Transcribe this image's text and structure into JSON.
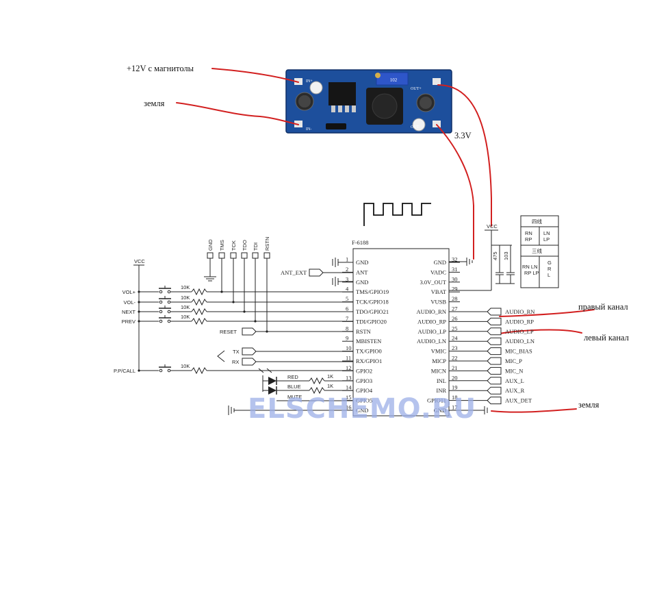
{
  "annotations": {
    "input_12v": "+12V с магнитолы",
    "ground_top": "земля",
    "out_33v": "3.3V",
    "right_channel": "правый канал",
    "left_channel": "левый канал",
    "ground_bottom": "земля"
  },
  "module_board": {
    "pot_label": "102",
    "pad_in_plus": "IN+",
    "pad_in_minus": "IN-",
    "pad_out_plus": "OUT+",
    "pad_out_minus": "OUT-"
  },
  "chip": {
    "name": "F-6188",
    "left_pins": [
      {
        "num": "1",
        "name": "GND"
      },
      {
        "num": "2",
        "name": "ANT"
      },
      {
        "num": "3",
        "name": "GND"
      },
      {
        "num": "4",
        "name": "TMS/GPIO19"
      },
      {
        "num": "5",
        "name": "TCK/GPIO18"
      },
      {
        "num": "6",
        "name": "TDO/GPIO21"
      },
      {
        "num": "7",
        "name": "TDI/GPIO20"
      },
      {
        "num": "8",
        "name": "RSTN"
      },
      {
        "num": "9",
        "name": "MBISTEN"
      },
      {
        "num": "10",
        "name": "TX/GPIO0"
      },
      {
        "num": "11",
        "name": "RX/GPIO1"
      },
      {
        "num": "12",
        "name": "GPIO2"
      },
      {
        "num": "13",
        "name": "GPIO3"
      },
      {
        "num": "14",
        "name": "GPIO4"
      },
      {
        "num": "15",
        "name": "GPIO5"
      },
      {
        "num": "16",
        "name": "GND"
      }
    ],
    "right_pins": [
      {
        "num": "32",
        "name": "GND"
      },
      {
        "num": "31",
        "name": "VADC"
      },
      {
        "num": "30",
        "name": "3.0V_OUT"
      },
      {
        "num": "29",
        "name": "VBAT"
      },
      {
        "num": "28",
        "name": "VUSB"
      },
      {
        "num": "27",
        "name": "AUDIO_RN"
      },
      {
        "num": "26",
        "name": "AUDIO_RP"
      },
      {
        "num": "25",
        "name": "AUDIO_LP"
      },
      {
        "num": "24",
        "name": "AUDIO_LN"
      },
      {
        "num": "23",
        "name": "VMIC"
      },
      {
        "num": "22",
        "name": "MICP"
      },
      {
        "num": "21",
        "name": "MICN"
      },
      {
        "num": "20",
        "name": "INL"
      },
      {
        "num": "19",
        "name": "INR"
      },
      {
        "num": "18",
        "name": "GPIO11"
      },
      {
        "num": "17",
        "name": "GND"
      }
    ]
  },
  "right_nets": [
    "AUDIO_RN",
    "AUDIO_RP",
    "AUDIO_LP",
    "AUDIO_LN",
    "MIC_BIAS",
    "MIC_P",
    "MIC_N",
    "AUX_L",
    "AUX_R",
    "AUX_DET"
  ],
  "header_pins": [
    "GND",
    "TMS",
    "TCK",
    "TDO",
    "TDI",
    "RSTN"
  ],
  "vcc_left": "VCC",
  "vcc_right": "VCC",
  "cap_labels": [
    "475",
    "103"
  ],
  "buttons": [
    {
      "label": "VOL+",
      "res": "10K"
    },
    {
      "label": "VOL-",
      "res": "10K"
    },
    {
      "label": "NEXT",
      "res": "10K"
    },
    {
      "label": "PREV",
      "res": "10K"
    },
    {
      "label": "P.P/CALL",
      "res": "10K"
    }
  ],
  "ant_label": "ANT_EXT",
  "reset_label": "RESET",
  "tx_label": "TX",
  "rx_label": "RX",
  "leds": [
    {
      "label": "RED",
      "res": "1K"
    },
    {
      "label": "BLUE",
      "res": "1K"
    },
    {
      "label": "MUTE",
      "res": ""
    }
  ],
  "legend_table": {
    "title4": "四线",
    "cell_a": "RN\nRP",
    "cell_b": "LN\nLP",
    "title3": "三线",
    "cell_c": "RN LN\nRP LP",
    "cell_d": "G\nR\nL"
  },
  "watermark": "ELSCHEMO.RU",
  "colors": {
    "wire_red": "#d21f1f",
    "pcb_blue": "#1d4f9c",
    "watermark": "#9db0e8"
  }
}
